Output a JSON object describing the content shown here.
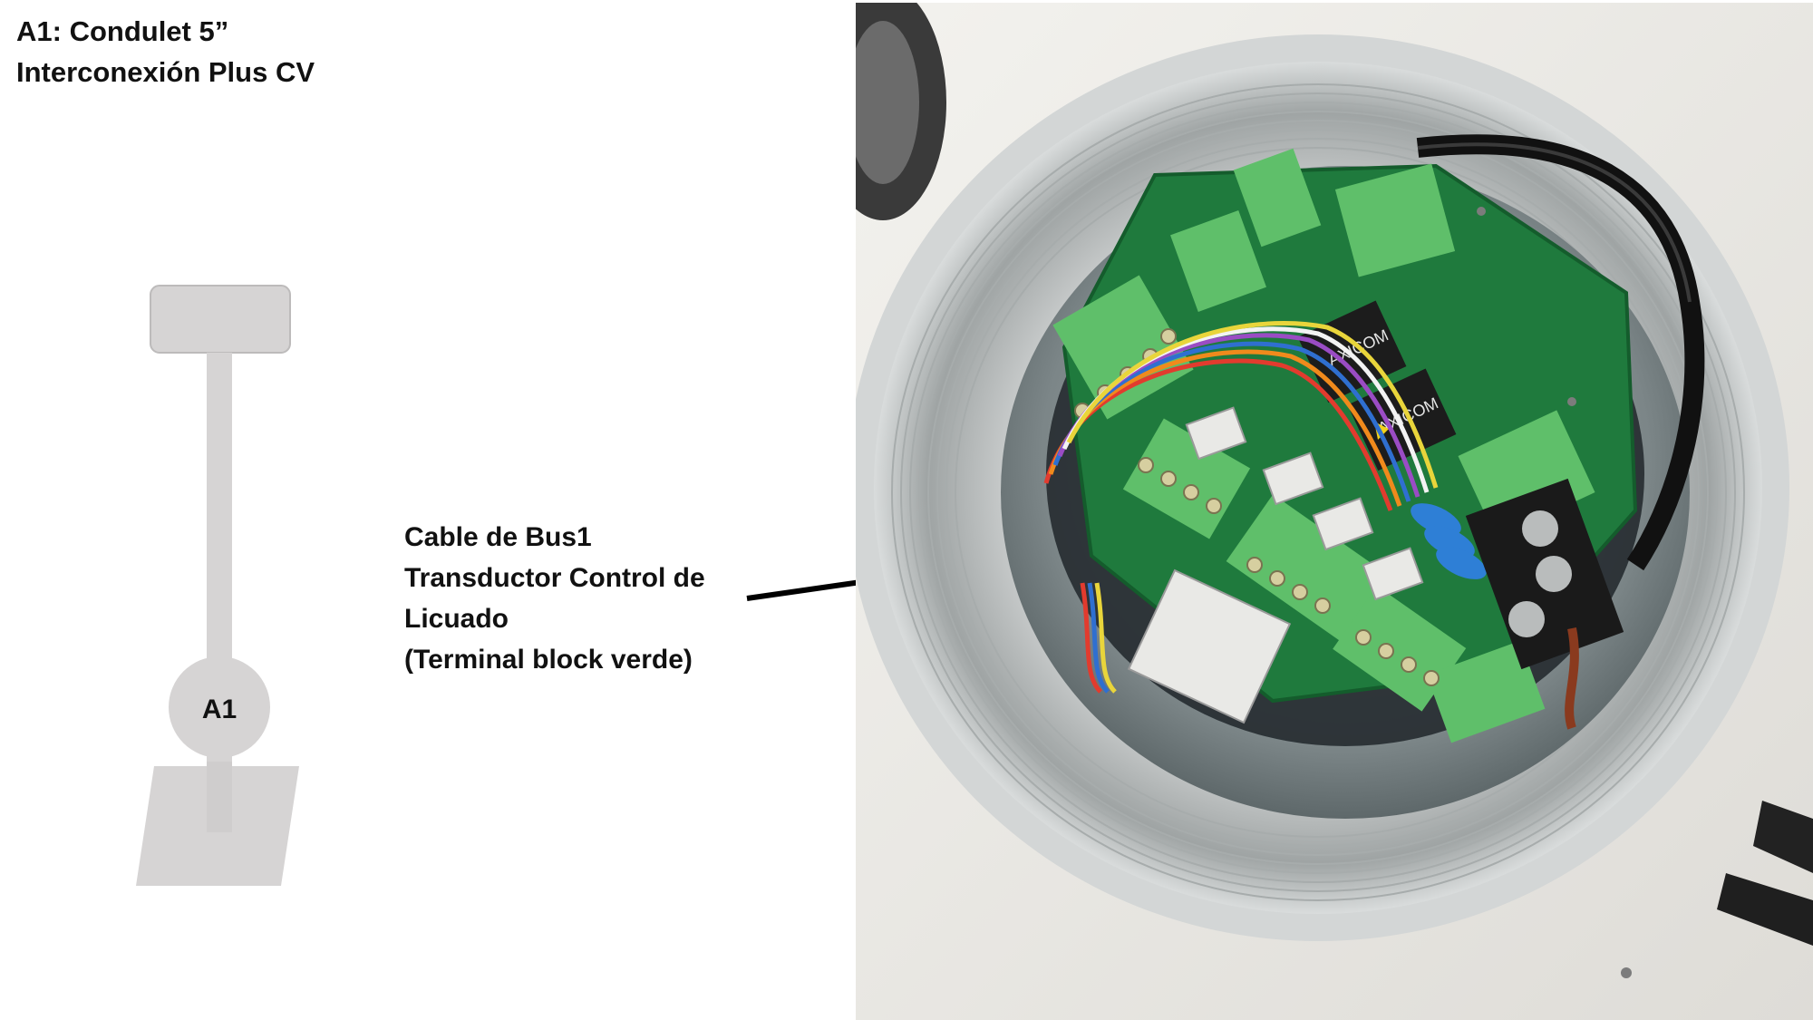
{
  "header": {
    "line1": "A1: Condulet 5”",
    "line2": "Interconexión Plus CV"
  },
  "diagram": {
    "node_label": "A1"
  },
  "callout": {
    "line1": "Cable de Bus1",
    "line2": "Transductor Control de",
    "line3": "Licuado",
    "line4": "(Terminal block verde)"
  },
  "photo": {
    "relay_brand": "AXICOM",
    "colors": {
      "board": "#1f7a3d",
      "terminal": "#5fbf6a",
      "housing": "#c9cdcd",
      "relay": "#1c1c1c"
    }
  }
}
